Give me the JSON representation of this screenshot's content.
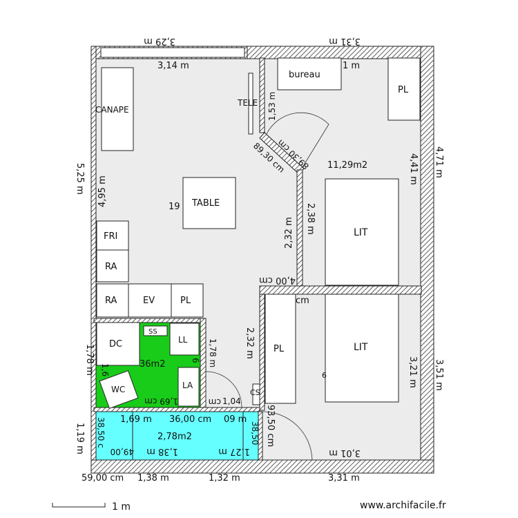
{
  "colors": {
    "floor": "#ececec",
    "wc_room": "#19cc19",
    "bath_room": "#66ffff",
    "wall_hatch": "#333333"
  },
  "rooms": {
    "bedroom_area": "11,29m2",
    "living_area": "19",
    "wc_area": "36m2",
    "bath_area": "2,78m2"
  },
  "furniture": {
    "canape": "CANAPE",
    "tele": "TELE",
    "bureau": "bureau",
    "pl_top_right": "PL",
    "table": "TABLE",
    "fri": "FRI",
    "ra_upper": "RA",
    "ra_lower": "RA",
    "ev": "EV",
    "pl_kitchen": "PL",
    "lit_upper": "LIT",
    "lit_lower": "LIT",
    "pl_lower_bedroom": "PL",
    "dc": "DC",
    "ss": "SS",
    "ll": "LL",
    "la": "LA",
    "wc": "WC",
    "cs": "CS"
  },
  "dimensions": {
    "top_left_outer": "3,29 m",
    "top_right_outer": "3,31 m",
    "top_left_inner": "3,14 m",
    "top_right_inner": "1 m",
    "left_outer": "5,25 m",
    "left_inner": "4,95 m",
    "right_outer": "4,71 m",
    "right_inner": "4,41 m",
    "tele_wall": "1,53 m",
    "diag_a": "89,30 cm",
    "diag_b": "89,30 cm",
    "mid_wall_a": "2,32 m",
    "mid_wall_b": "2,38 m",
    "mid_horizontal": "4,00 cm",
    "mid_horizontal_b": "cm",
    "wc_left": "1,78 m",
    "wc_partition": "1,78 m",
    "wc_partition_b": "6",
    "wc_left_inner": "1,6",
    "lower_mid": "2,32 m",
    "wc_bottom": "1,69 cm",
    "wc_bottom_b": "1,04",
    "wc_bottom_c": "cm",
    "wc_bottom_d": "CS",
    "lower_right_inner": "3,21 m",
    "lower_right_outer": "3,51 m",
    "lower_small": "6",
    "bath_top_a": "1,69 m",
    "bath_top_b": "36,00 cm",
    "bath_top_c": "09 m",
    "bath_left_inner": "38,50 c",
    "bath_left_outer": "1,19 m",
    "bath_right_a": "38,50",
    "bath_right_b": "93,50 cm",
    "bath_bottom_a": "49,00",
    "bath_bottom_b": "1,38 m",
    "bath_bottom_c": "1,27 m",
    "lower_right_bottom": "3,01 m",
    "bottom_a": "59,00 cm",
    "bottom_b": "1,38 m",
    "bottom_c": "1,32 m",
    "bottom_d": "3,31 m"
  },
  "scale_label": "1 m",
  "watermark": "www.archifacile.fr"
}
